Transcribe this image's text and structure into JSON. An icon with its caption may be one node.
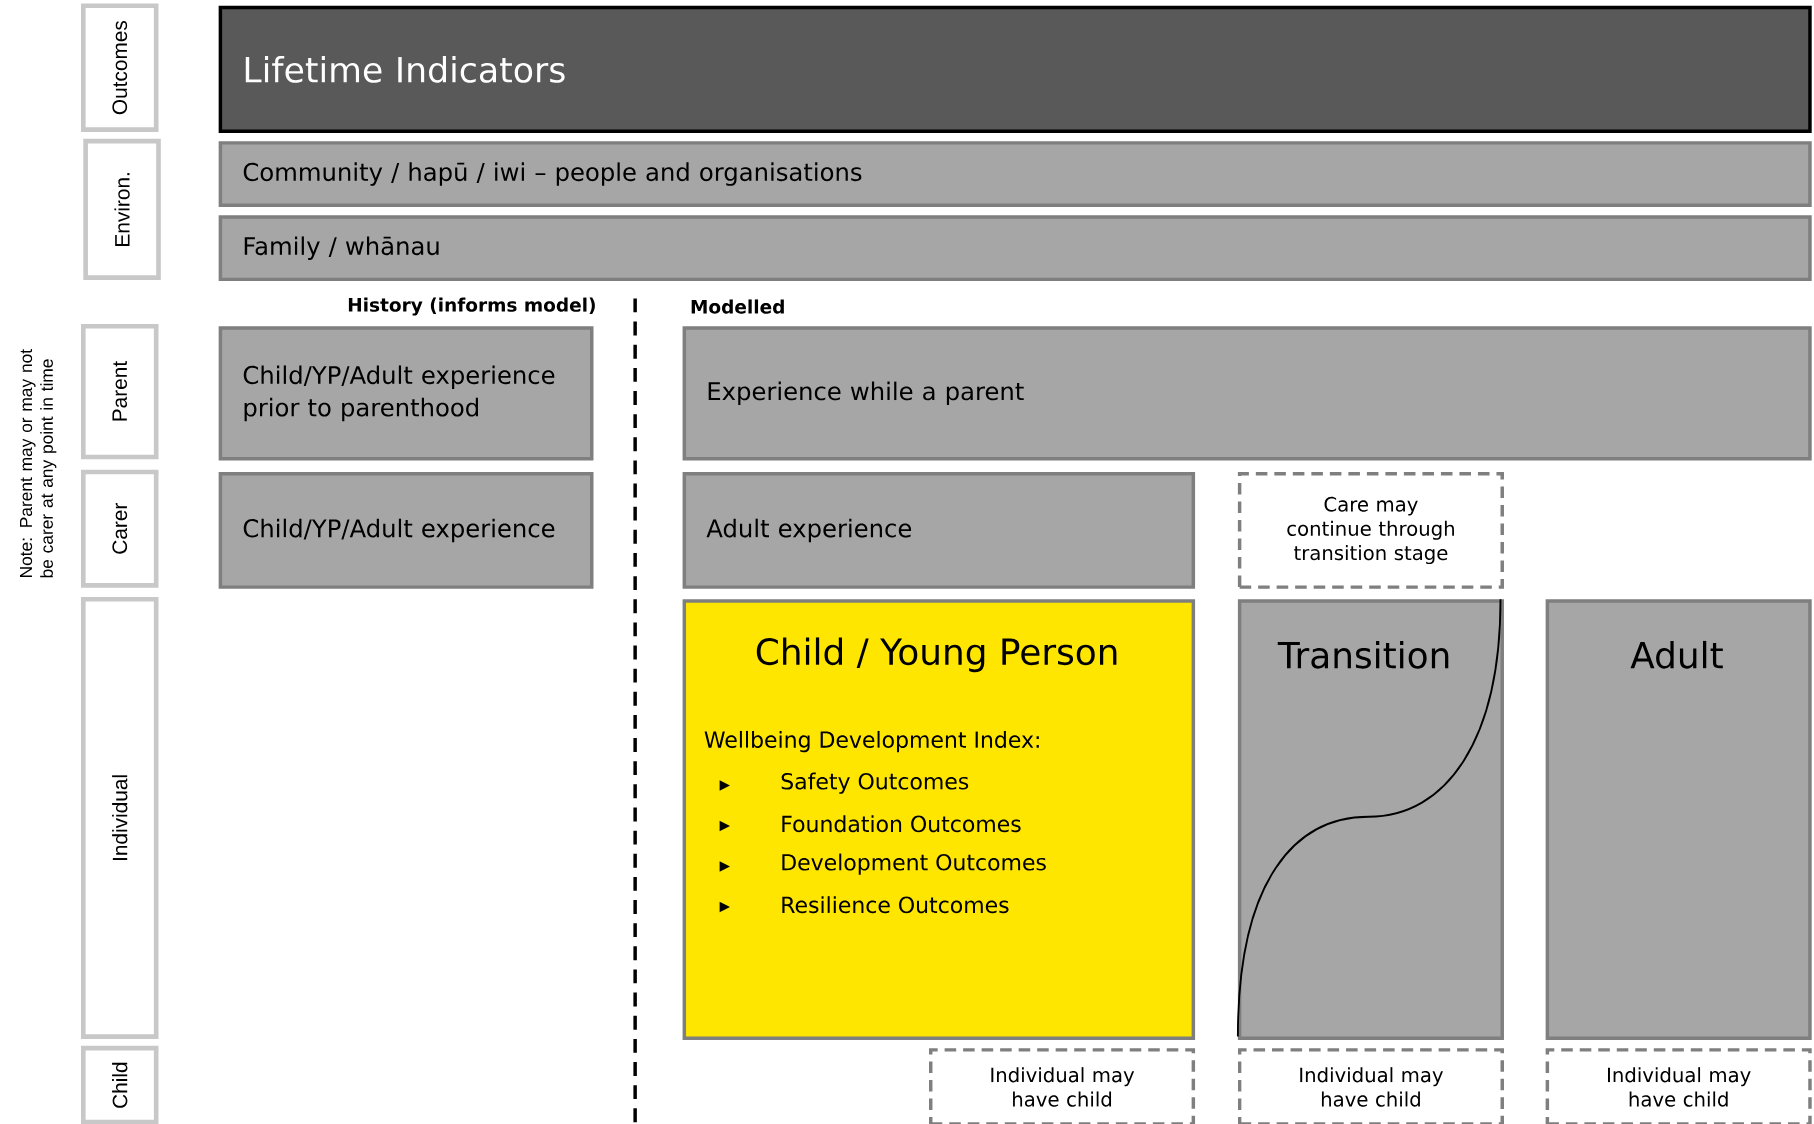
{
  "diagram": {
    "nodes": [
      {
        "text": [
          "Outcomes"
        ]
      },
      {
        "text": [
          "Lifetime Indicators"
        ]
      },
      {
        "text": [
          "Environ."
        ]
      },
      {
        "text": [
          "Community / hapū / iwi – people and organisations"
        ]
      },
      {
        "text": [
          "Family / whānau"
        ]
      },
      {
        "text": [
          "Parent"
        ]
      },
      {
        "text": [
          "Child/YP/Adult experience prior to parenthood"
        ]
      },
      {
        "text": [
          "Experience while a parent"
        ]
      },
      {
        "text": [
          "Carer"
        ]
      },
      {
        "text": [
          "Child/YP/Adult experience"
        ]
      },
      {
        "text": [
          "Adult experience"
        ]
      },
      {
        "text": [
          "Care may continue through transition stage"
        ]
      },
      {
        "text": [
          "Individual"
        ]
      },
      {
        "text": [
          "Child / Young Person",
          "Wellbeing Development Index:",
          "Safety Outcomes",
          "Foundation Outcomes",
          "Development Outcomes",
          "Resilience Outcomes"
        ]
      },
      {
        "text": [
          "Transition"
        ]
      },
      {
        "text": [
          "Adult"
        ]
      },
      {
        "text": [
          "Child"
        ]
      },
      {
        "text": [
          "Individual may have child"
        ]
      },
      {
        "text": [
          "Individual may have child"
        ]
      },
      {
        "text": [
          "Individual may have child"
        ]
      }
    ],
    "labels": [
      "Note: Parent may or may not be carer at any point in time",
      "History (informs model)",
      "Modelled"
    ]
  }
}
